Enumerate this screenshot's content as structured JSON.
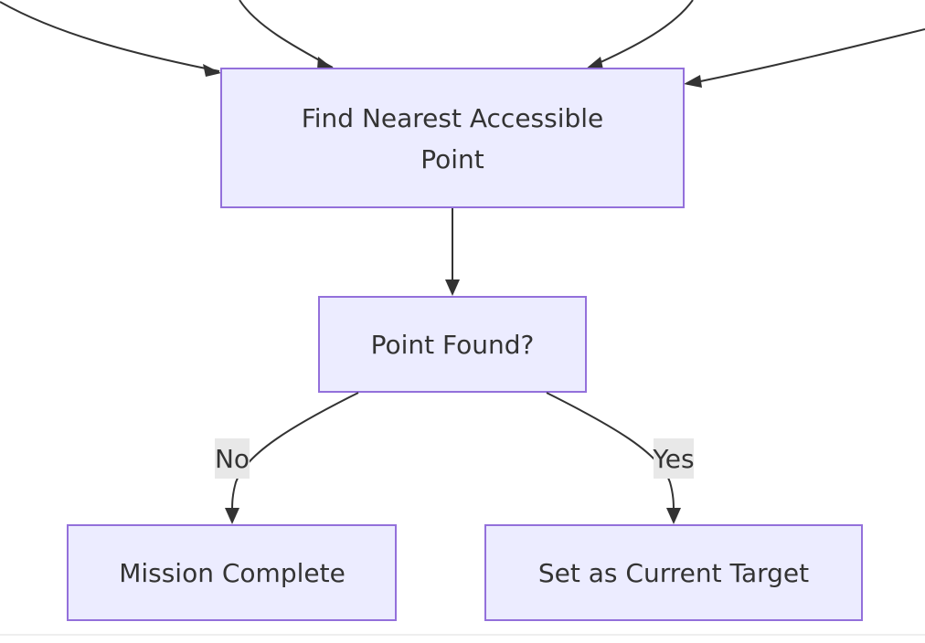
{
  "diagram": {
    "type": "flowchart",
    "nodes": {
      "find_nearest": {
        "line1": "Find Nearest Accessible",
        "line2": "Point"
      },
      "point_found": {
        "label": "Point Found?"
      },
      "mission_complete": {
        "label": "Mission Complete"
      },
      "set_target": {
        "label": "Set as Current Target"
      }
    },
    "edges": {
      "no_label": "No",
      "yes_label": "Yes"
    },
    "colors": {
      "node_fill": "#ECECFF",
      "node_stroke": "#9370DB",
      "edge": "#333333",
      "label_bg": "#e8e8e8",
      "text": "#333333"
    }
  }
}
